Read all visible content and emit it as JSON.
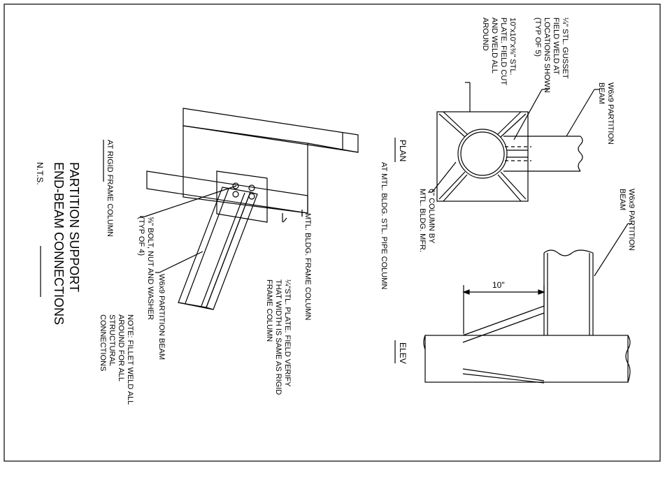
{
  "sheet": {
    "title_line1": "PARTITION SUPPORT",
    "title_line2": "END-BEAM CONNECTIONS",
    "scale": "N.T.S."
  },
  "plan": {
    "heading": "PLAN",
    "subtitle": "AT MTL. BLDG. STL. PIPE COLUMN",
    "beam_label_1": "W6x9  PARTITION",
    "beam_label_2": "BEAM",
    "gusset_1": "¼\" STL. GUSSET",
    "gusset_2": "FIELD WELD AT",
    "gusset_3": "LOCATIONS SHOWN",
    "gusset_4": "(TYP OF 5)",
    "plate_1": "10\"x10\"x⅜\" STL.",
    "plate_2": "PLATE. FIELD CUT",
    "plate_3": "AND WELD ALL",
    "plate_4": "AROUND",
    "column_1": "6\" COLUMN BY",
    "column_2": "MTL. BLDG. MFR."
  },
  "elev": {
    "heading": "ELEV",
    "beam_label_1": "W6x9  PARTITION",
    "beam_label_2": "BEAM",
    "dimension": "10\""
  },
  "iso": {
    "subtitle": "AT RIGID FRAME COLUMN",
    "frame_col": "MTL. BLDG. FRAME COLUMN",
    "plate_1": "¼\"STL. PLATE. FIELD VERIFY",
    "plate_2": "THAT WIDTH IS SAME AS RIGID",
    "plate_3": "FRAME COLUMN",
    "bolt_1": "⅝\" BOLT, NUT AND WASHER",
    "bolt_2": "(TYP OF 4)",
    "beam": "W6x9  PARTITION BEAM",
    "note_1": "NOTE: FILLET WELD ALL",
    "note_2": "AROUND FOR ALL",
    "note_3": "STRUCTURAL",
    "note_4": "CONNECTIONS"
  }
}
